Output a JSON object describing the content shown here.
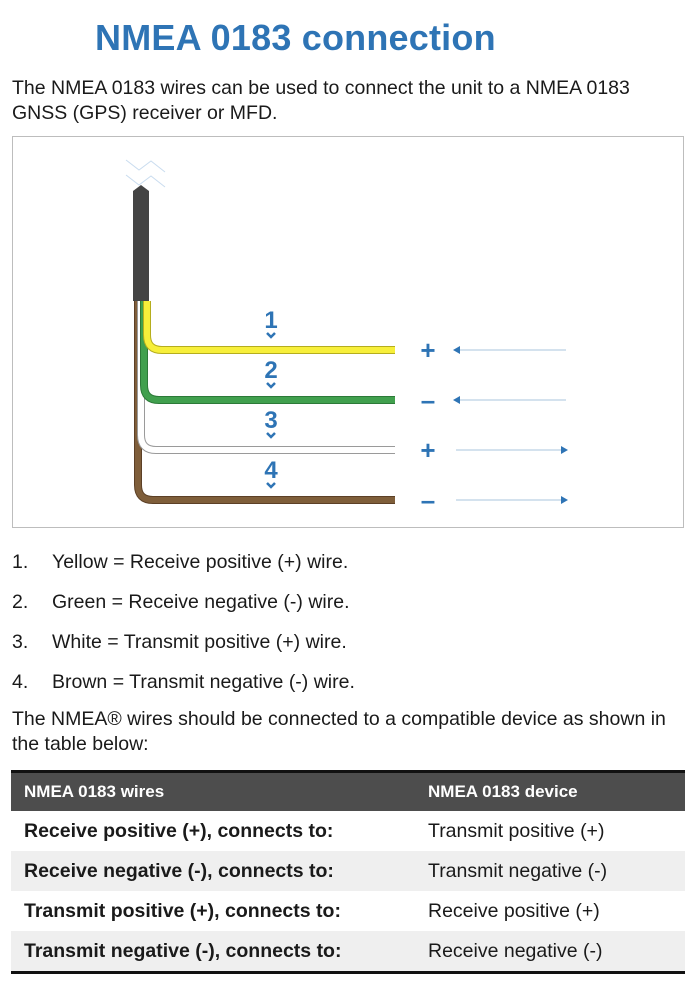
{
  "title": "NMEA 0183 connection",
  "intro": "The NMEA 0183 wires can be used to connect the unit to a NMEA 0183 GNSS (GPS) receiver or MFD.",
  "diagram": {
    "colors": {
      "cable": "#444444",
      "yellow": "#f7ef3a",
      "green": "#41a04e",
      "white": "#ffffff",
      "brown": "#7f5e3a",
      "accent": "#2e74b5",
      "arrow_line": "#a9c4de"
    },
    "wires": [
      {
        "number": "1",
        "color_name": "yellow",
        "polarity": "+",
        "direction": "in"
      },
      {
        "number": "2",
        "color_name": "green",
        "polarity": "-",
        "direction": "in"
      },
      {
        "number": "3",
        "color_name": "white",
        "polarity": "+",
        "direction": "out"
      },
      {
        "number": "4",
        "color_name": "brown",
        "polarity": "-",
        "direction": "out"
      }
    ]
  },
  "list": [
    {
      "num": "1.",
      "text": "Yellow = Receive positive (+) wire."
    },
    {
      "num": "2.",
      "text": "Green = Receive negative (-) wire."
    },
    {
      "num": "3.",
      "text": "White = Transmit positive (+) wire."
    },
    {
      "num": "4.",
      "text": "Brown = Transmit negative (-) wire."
    }
  ],
  "note": "The NMEA® wires should be connected to a compatible device as shown in the table below:",
  "table": {
    "headers": [
      "NMEA 0183 wires",
      "NMEA 0183 device"
    ],
    "rows": [
      [
        "Receive positive (+), connects to:",
        "Transmit positive (+)"
      ],
      [
        "Receive negative (-), connects to:",
        "Transmit negative (-)"
      ],
      [
        "Transmit positive (+), connects to:",
        "Receive positive (+)"
      ],
      [
        "Transmit negative (-), connects to:",
        "Receive negative (-)"
      ]
    ]
  }
}
